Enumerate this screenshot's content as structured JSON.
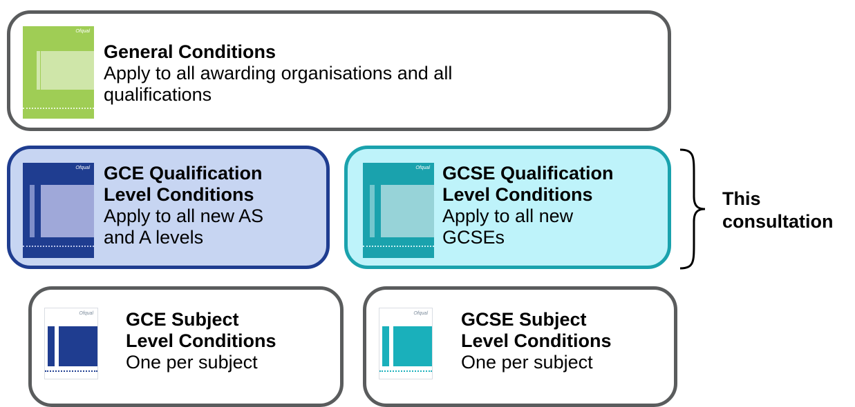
{
  "boxes": {
    "general": {
      "title": "General Conditions",
      "description_line1": "Apply to all awarding organisations and all",
      "description_line2": "qualifications"
    },
    "gce_qualification": {
      "title_line1": "GCE Qualification",
      "title_line2": "Level Conditions",
      "description_line1": "Apply to all new AS",
      "description_line2": "and A levels"
    },
    "gcse_qualification": {
      "title_line1": "GCSE Qualification",
      "title_line2": "Level Conditions",
      "description_line1": "Apply to all new",
      "description_line2": "GCSEs"
    },
    "gce_subject": {
      "title_line1": "GCE Subject",
      "title_line2": "Level Conditions",
      "description": "One per subject"
    },
    "gcse_subject": {
      "title_line1": "GCSE Subject",
      "title_line2": "Level Conditions",
      "description": "One per subject"
    }
  },
  "side_label": {
    "line1": "This",
    "line2": "consultation"
  },
  "document_brand": "Ofqual",
  "colors": {
    "general_doc": "#9cca4f",
    "gce_accent": "#1f3d90",
    "gce_fill": "#c7d5f2",
    "gcse_accent": "#1aa2ad",
    "gcse_fill": "#bef3fa",
    "neutral_border": "#5a5c5d"
  }
}
